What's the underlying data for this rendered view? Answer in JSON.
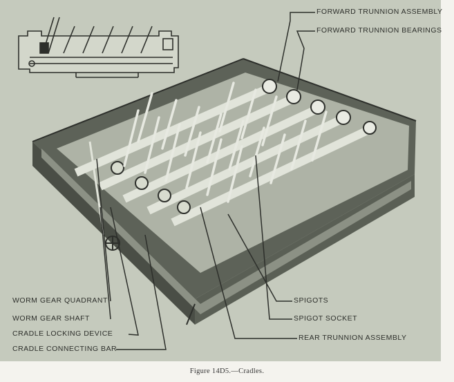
{
  "figure": {
    "caption": "Figure 14D5.—Cradles.",
    "labels": {
      "forward_trunnion_assembly": "FORWARD TRUNNION ASSEMBLY",
      "forward_trunnion_bearings": "FORWARD TRUNNION BEARINGS",
      "worm_gear_quadrant": "WORM GEAR QUADRANT",
      "worm_gear_shaft": "WORM GEAR SHAFT",
      "cradle_locking_device": "CRADLE LOCKING DEVICE",
      "cradle_connecting_bar": "CRADLE CONNECTING BAR",
      "spigots": "SPIGOTS",
      "spigot_socket": "SPIGOT SOCKET",
      "rear_trunnion_assembly": "REAR TRUNNION ASSEMBLY"
    },
    "colors": {
      "plate_background": "#c5cabd",
      "ink": "#2d2f2b",
      "page": "#f4f3ee"
    }
  }
}
